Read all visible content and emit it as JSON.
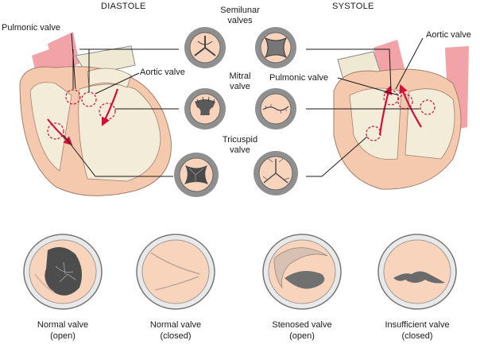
{
  "headings": {
    "diastole": "DIASTOLE",
    "systole": "SYSTOLE"
  },
  "valve_labels": {
    "semilunar_line1": "Semilunar",
    "semilunar_line2": "valves",
    "mitral_line1": "Mitral",
    "mitral_line2": "valve",
    "tricuspid_line1": "Tricuspid",
    "tricuspid_line2": "valve"
  },
  "left_heart_labels": {
    "pulmonic": "Pulmonic valve",
    "aortic": "Aortic valve"
  },
  "right_heart_labels": {
    "aortic": "Aortic valve",
    "pulmonic": "Pulmonic valve"
  },
  "bottom_valves": [
    {
      "line1": "Normal valve",
      "line2": "(open)"
    },
    {
      "line1": "Normal valve",
      "line2": "(closed)"
    },
    {
      "line1": "Stenosed valve",
      "line2": "(open)"
    },
    {
      "line1": "Insufficient valve",
      "line2": "(closed)"
    }
  ],
  "colors": {
    "heart_wall": "#f5c9ae",
    "chamber": "#f3ecd8",
    "vessel_red": "#f2a3a8",
    "vessel_cream": "#efe9d3",
    "valve_ring": "#8f8f8f",
    "valve_tissue": "#f8d4bd",
    "valve_dark": "#555555",
    "flow_arrow": "#d0103a"
  }
}
